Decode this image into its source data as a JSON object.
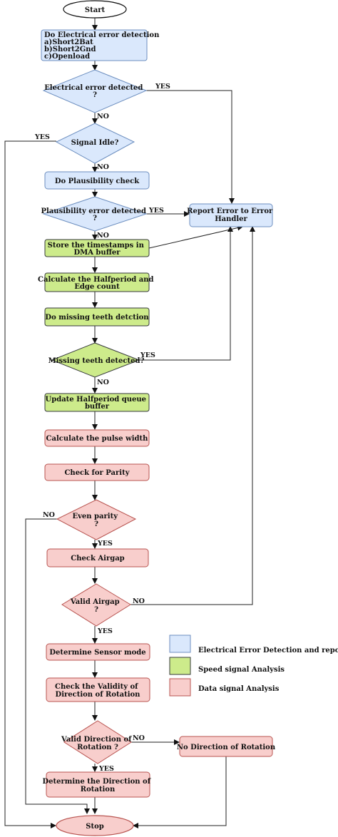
{
  "colors": {
    "blue": "#dae8fc",
    "blue_stroke": "#6c8ebf",
    "green": "#cdeb8b",
    "green_stroke": "#36393d",
    "red": "#f8cecc",
    "red_stroke": "#b85450",
    "terminal": "#ffffff"
  },
  "nodes": {
    "start": "Start",
    "electrical_detection": [
      "Do Electrical error detection",
      "a)Short2Bat",
      "b)Short2Gnd",
      "c)Openload"
    ],
    "electrical_detected": [
      "Electrical error detected",
      "?"
    ],
    "signal_idle": "Signal Idle?",
    "plausibility_check": "Do Plausibility check",
    "plausibility_error": [
      "Plausibility error detected",
      "?"
    ],
    "report_error": [
      "Report Error to Error",
      "Handler"
    ],
    "store_timestamps": [
      "Store the timestamps in",
      "DMA buffer"
    ],
    "calc_halfperiod": [
      "Calculate the Halfperiod and",
      "Edge count"
    ],
    "missing_teeth_detection": "Do missing teeth detction",
    "missing_teeth_detected": "Missing teeth detected?",
    "update_queue": [
      "Update Halfperiod queue",
      "buffer"
    ],
    "pulse_width": "Calculate the pulse width",
    "check_parity": "Check for Parity",
    "even_parity": [
      "Even parity",
      "?"
    ],
    "check_airgap": "Check Airgap",
    "valid_airgap": [
      "Valid Airgap",
      "?"
    ],
    "sensor_mode": "Determine Sensor mode",
    "check_validity": [
      "Check the Validity of",
      "Direction of Rotation"
    ],
    "valid_direction": [
      "Valid Direction of",
      "Rotation ?"
    ],
    "no_direction": "No Direction of Rotation",
    "determine_direction": [
      "Determine the Direction of",
      "Rotation"
    ],
    "stop": "Stop"
  },
  "edges": {
    "yes": "YES",
    "no": "NO"
  },
  "legend": [
    {
      "label": "Electrical Error Detection and reporting",
      "color": "blue"
    },
    {
      "label": "Speed signal Analysis",
      "color": "green"
    },
    {
      "label": "Data signal Analysis",
      "color": "red"
    }
  ]
}
